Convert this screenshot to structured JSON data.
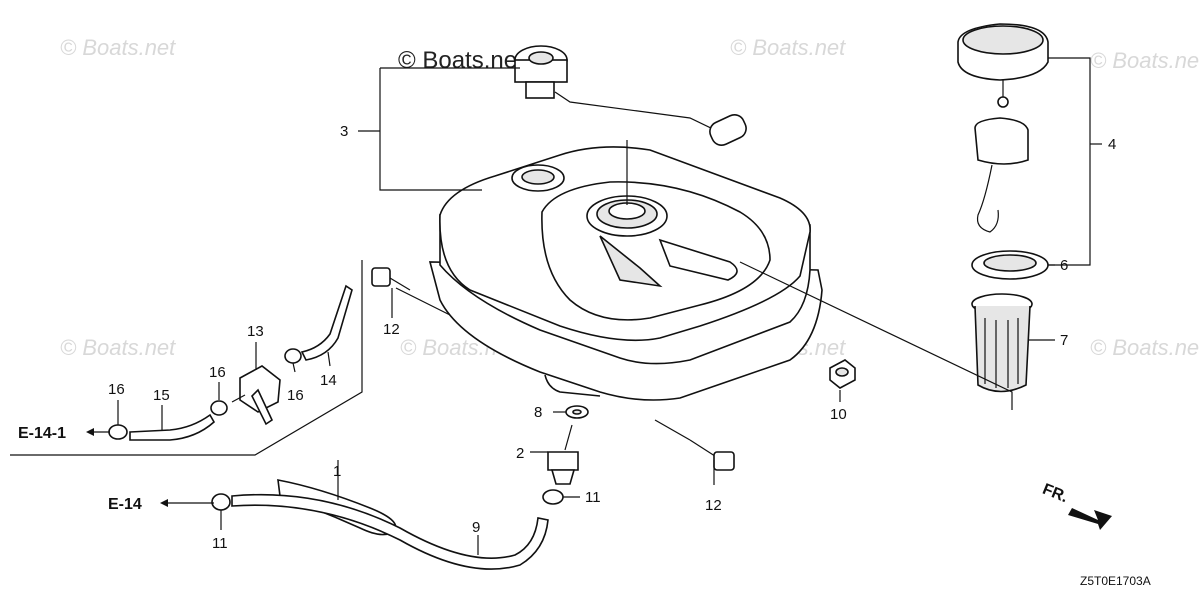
{
  "watermarks": [
    "© Boats.net",
    "© Boats.net",
    "© Boats.net",
    "© Boats.net",
    "© Boats.net",
    "© Boats.net",
    "© Boats.net",
    "© Boats.net"
  ],
  "watermark_primary": "© Boats.net",
  "callouts": {
    "c1": "1",
    "c2": "2",
    "c3": "3",
    "c4": "4",
    "c6": "6",
    "c7": "7",
    "c8": "8",
    "c9": "9",
    "c10": "10",
    "c11a": "11",
    "c11b": "11",
    "c12a": "12",
    "c12b": "12",
    "c13": "13",
    "c14": "14",
    "c15": "15",
    "c16a": "16",
    "c16b": "16",
    "c16c": "16"
  },
  "refs": {
    "e141": "E-14-1",
    "e14": "E-14"
  },
  "direction_label": "FR.",
  "diagram_code": "Z5T0E1703A"
}
